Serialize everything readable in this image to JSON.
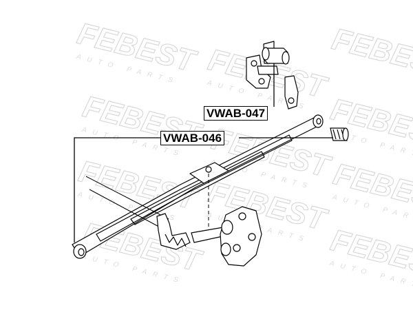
{
  "watermark": {
    "brand": "FEBEST",
    "tagline": "AUTO PARTS"
  },
  "callouts": [
    {
      "id": "vwab-047",
      "text": "VWAB-047"
    },
    {
      "id": "vwab-046",
      "text": "VWAB-046"
    }
  ],
  "colors": {
    "line": "#000000",
    "watermark_stroke": "#d9d9d9",
    "background": "#ffffff"
  }
}
